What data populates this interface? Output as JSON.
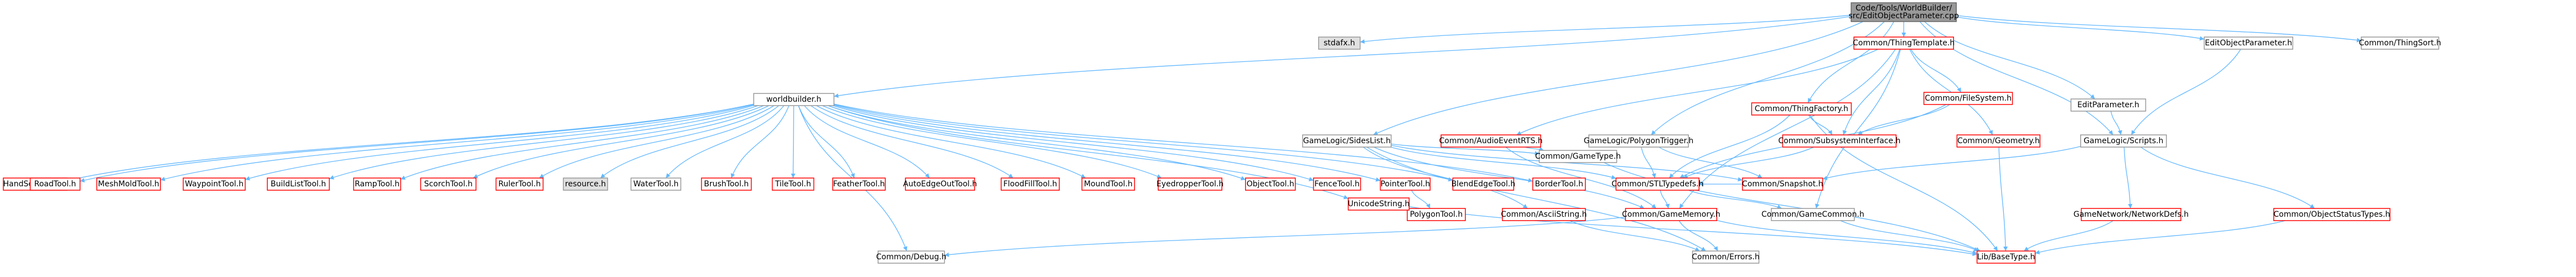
{
  "graph": {
    "title": "",
    "colors": {
      "edge": "#63b8ff",
      "node_normal_fill": "#ffffff",
      "node_normal_border": "#999999",
      "node_missing_fill": "#ffffff",
      "node_missing_border": "#ff0000",
      "node_root_fill": "#999999",
      "node_root_border": "#666666",
      "node_gray_fill": "#e0e0e0",
      "node_gray_border": "#999999",
      "text": "#000000"
    },
    "nodes": [
      {
        "id": "root",
        "label": "Code/Tools/WorldBuilder/src/EditObjectParameter.cpp",
        "kind": "root"
      },
      {
        "id": "stdafx",
        "label": "stdafx.h",
        "kind": "gray"
      },
      {
        "id": "thingtemplate",
        "label": "Common/ThingTemplate.h",
        "kind": "missing"
      },
      {
        "id": "editobjparam",
        "label": "EditObjectParameter.h",
        "kind": "normal"
      },
      {
        "id": "thingsort",
        "label": "Common/ThingSort.h",
        "kind": "normal"
      },
      {
        "id": "worldbuilder",
        "label": "worldbuilder.h",
        "kind": "normal"
      },
      {
        "id": "thingfactory",
        "label": "Common/ThingFactory.h",
        "kind": "missing"
      },
      {
        "id": "filesystem",
        "label": "Common/FileSystem.h",
        "kind": "missing"
      },
      {
        "id": "editparameter",
        "label": "EditParameter.h",
        "kind": "normal"
      },
      {
        "id": "gl_sideslist",
        "label": "GameLogic/SidesList.h",
        "kind": "normal"
      },
      {
        "id": "audioevent",
        "label": "Common/AudioEventRTS.h",
        "kind": "missing"
      },
      {
        "id": "polygontrigger",
        "label": "GameLogic/PolygonTrigger.h",
        "kind": "normal"
      },
      {
        "id": "geometry",
        "label": "Common/Geometry.h",
        "kind": "missing"
      },
      {
        "id": "gl_scripts",
        "label": "GameLogic/Scripts.h",
        "kind": "normal"
      },
      {
        "id": "subsysiface",
        "label": "Common/SubsystemInterface.h",
        "kind": "missing"
      },
      {
        "id": "handscroll",
        "label": "HandScrollTool.h",
        "kind": "missing"
      },
      {
        "id": "roadtool",
        "label": "RoadTool.h",
        "kind": "missing"
      },
      {
        "id": "meshmold",
        "label": "MeshMoldTool.h",
        "kind": "missing"
      },
      {
        "id": "waypoint",
        "label": "WaypointTool.h",
        "kind": "missing"
      },
      {
        "id": "buildlist",
        "label": "BuildListTool.h",
        "kind": "missing"
      },
      {
        "id": "ramptool",
        "label": "RampTool.h",
        "kind": "missing"
      },
      {
        "id": "scorchtool",
        "label": "ScorchTool.h",
        "kind": "missing"
      },
      {
        "id": "ruletool",
        "label": "RulerTool.h",
        "kind": "missing"
      },
      {
        "id": "resource",
        "label": "resource.h",
        "kind": "gray"
      },
      {
        "id": "watertool",
        "label": "WaterTool.h",
        "kind": "normal"
      },
      {
        "id": "brushtool",
        "label": "BrushTool.h",
        "kind": "missing"
      },
      {
        "id": "tiletool",
        "label": "TileTool.h",
        "kind": "missing"
      },
      {
        "id": "feathertool",
        "label": "FeatherTool.h",
        "kind": "missing"
      },
      {
        "id": "autoedgeout",
        "label": "AutoEdgeOutTool.h",
        "kind": "missing"
      },
      {
        "id": "floodfill",
        "label": "FloodFillTool.h",
        "kind": "missing"
      },
      {
        "id": "moundtool",
        "label": "MoundTool.h",
        "kind": "missing"
      },
      {
        "id": "eyedropper",
        "label": "EyedropperTool.h",
        "kind": "missing"
      },
      {
        "id": "objecttool",
        "label": "ObjectTool.h",
        "kind": "missing"
      },
      {
        "id": "fencetool",
        "label": "FenceTool.h",
        "kind": "missing"
      },
      {
        "id": "pointertool",
        "label": "PointerTool.h",
        "kind": "missing"
      },
      {
        "id": "blendedge",
        "label": "BlendEdgeTool.h",
        "kind": "missing"
      },
      {
        "id": "bordertool",
        "label": "BorderTool.h",
        "kind": "missing"
      },
      {
        "id": "common_stltypedefs",
        "label": "Common/STLTypedefs.h",
        "kind": "missing"
      },
      {
        "id": "common_snapshot",
        "label": "Common/Snapshot.h",
        "kind": "missing"
      },
      {
        "id": "common_gametype",
        "label": "Common/GameType.h",
        "kind": "normal"
      },
      {
        "id": "polygontool",
        "label": "PolygonTool.h",
        "kind": "missing"
      },
      {
        "id": "common_ascii",
        "label": "Common/AsciiString.h",
        "kind": "missing"
      },
      {
        "id": "unicodestr",
        "label": "UnicodeString.h",
        "kind": "missing"
      },
      {
        "id": "gamememory",
        "label": "Common/GameMemory.h",
        "kind": "missing"
      },
      {
        "id": "gamecommon",
        "label": "Common/GameCommon.h",
        "kind": "normal"
      },
      {
        "id": "networkdefs",
        "label": "GameNetwork/NetworkDefs.h",
        "kind": "missing"
      },
      {
        "id": "objectstatus",
        "label": "Common/ObjectStatusTypes.h",
        "kind": "missing"
      },
      {
        "id": "common_debug",
        "label": "Common/Debug.h",
        "kind": "normal"
      },
      {
        "id": "common_errors",
        "label": "Common/Errors.h",
        "kind": "normal"
      },
      {
        "id": "lib_basetype",
        "label": "Lib/BaseType.h",
        "kind": "missing"
      }
    ]
  }
}
